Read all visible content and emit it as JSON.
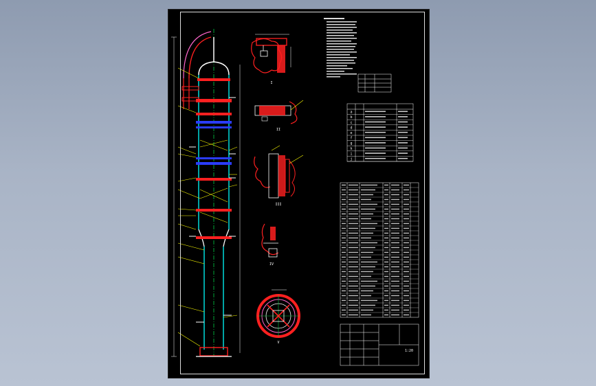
{
  "drawing": {
    "view_labels": [
      "I",
      "II",
      "III",
      "IV",
      "V"
    ],
    "nozzle_table": {
      "rows": [
        "a",
        "b",
        "c",
        "d",
        "e",
        "f",
        "g",
        "h",
        "i",
        "j"
      ]
    },
    "title_block": {
      "scale_label": "1:20"
    }
  },
  "colors": {
    "background": "#000000",
    "outline": "#ffffff",
    "shell": "#00ffff",
    "section": "#ff2020",
    "centerline": "#00cc44",
    "leader": "#ffff00",
    "trays": "#2a3cff",
    "lining": "#ff66cc"
  }
}
